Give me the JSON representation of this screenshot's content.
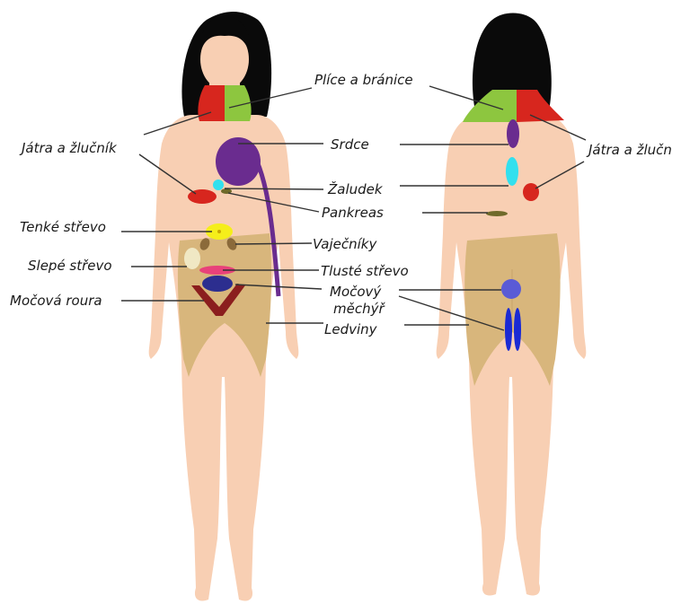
{
  "labels": {
    "pluca": "Plíce  a bránice",
    "jatra_front": "Játra a žlučník",
    "srdce": "Srdce",
    "jatra_back": "Játra a žlučn",
    "zaludek": "Žaludek",
    "pankreas": "Pankreas",
    "tenke": "Tenké střevo",
    "vajecniky": "Vaječníky",
    "slepe": "Slepé střevo",
    "tluste": "Tlusté střevo",
    "mocova_roura": "Močová roura",
    "mocovy": "Močový",
    "mechyr": "měchýř",
    "ledviny": "Ledviny"
  },
  "colors": {
    "skin": "#f8cfb3",
    "skin_shade": "#efbd9f",
    "hair": "#0a0a0a",
    "underwear": "#d8b67c",
    "lung_green": "#8dc63f",
    "liver_red": "#d7261e",
    "heart_purple": "#6a2c8f",
    "stomach_cyan": "#32e0ee",
    "pancreas_olive": "#6f6a2a",
    "small_intestine_yellow": "#f5ee1a",
    "ovaries_brown": "#8b6a3a",
    "appendix_cream": "#f0e8c4",
    "large_intestine_pink": "#e8417a",
    "bladder_navy": "#2c2e8f",
    "bladder_back": "#5a5bd6",
    "urethra_darkred": "#8b1e1e",
    "kidney_blue": "#1a2ad4",
    "leader_line": "#333333"
  }
}
